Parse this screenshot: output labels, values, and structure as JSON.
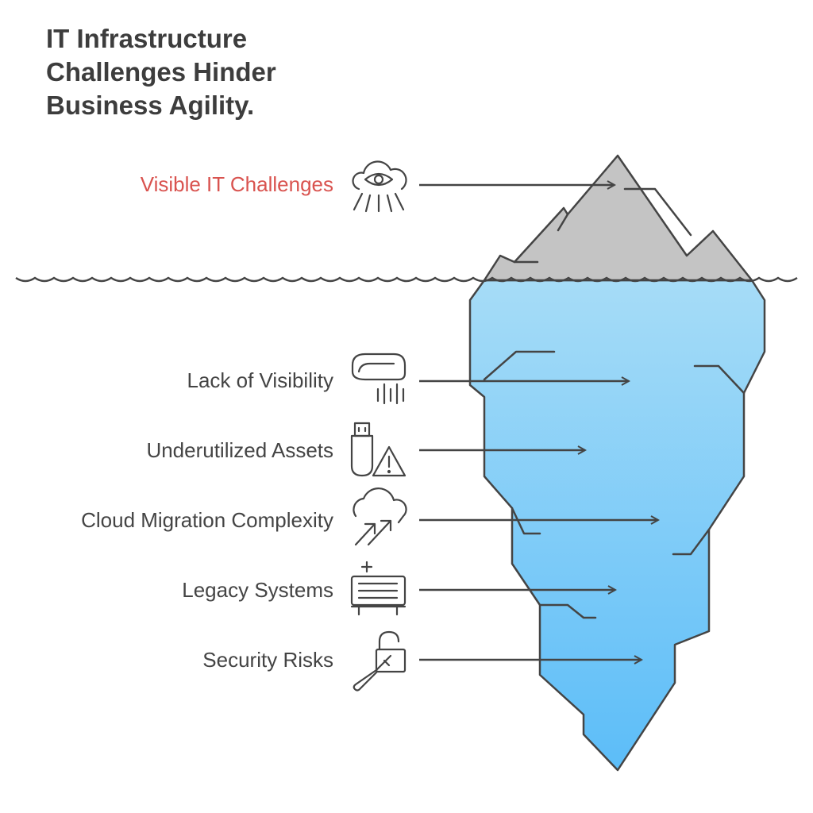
{
  "title": "IT Infrastructure Challenges Hinder Business Agility.",
  "colors": {
    "text": "#444444",
    "title": "#3d3d3d",
    "visible_accent": "#d9534f",
    "water_top": "#a6dcf7",
    "water_bottom": "#5cbdf8",
    "ice_tip": "#c4c4c4",
    "line": "#444444"
  },
  "visible": {
    "label": "Visible IT Challenges",
    "icon": "eye-icon"
  },
  "hidden": [
    {
      "label": "Lack of Visibility",
      "icon": "visor-icon"
    },
    {
      "label": "Underutilized Assets",
      "icon": "usb-warning-icon"
    },
    {
      "label": "Cloud Migration Complexity",
      "icon": "cloud-arrows-icon"
    },
    {
      "label": "Legacy Systems",
      "icon": "server-icon"
    },
    {
      "label": "Security Risks",
      "icon": "lock-key-icon"
    }
  ]
}
